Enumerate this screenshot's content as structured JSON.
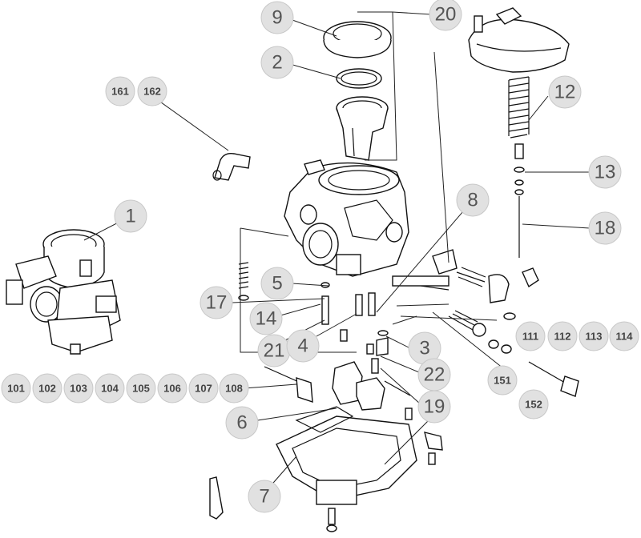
{
  "diagram": {
    "callouts": {
      "c1": "1",
      "c2": "2",
      "c3": "3",
      "c4": "4",
      "c5": "5",
      "c6": "6",
      "c7": "7",
      "c8": "8",
      "c9": "9",
      "c12": "12",
      "c13": "13",
      "c14": "14",
      "c17": "17",
      "c18": "18",
      "c19": "19",
      "c20": "20",
      "c21": "21",
      "c22": "22",
      "c101": "101",
      "c102": "102",
      "c103": "103",
      "c104": "104",
      "c105": "105",
      "c106": "106",
      "c107": "107",
      "c108": "108",
      "c111": "111",
      "c112": "112",
      "c113": "113",
      "c114": "114",
      "c151": "151",
      "c152": "152",
      "c161": "161",
      "c162": "162"
    }
  }
}
